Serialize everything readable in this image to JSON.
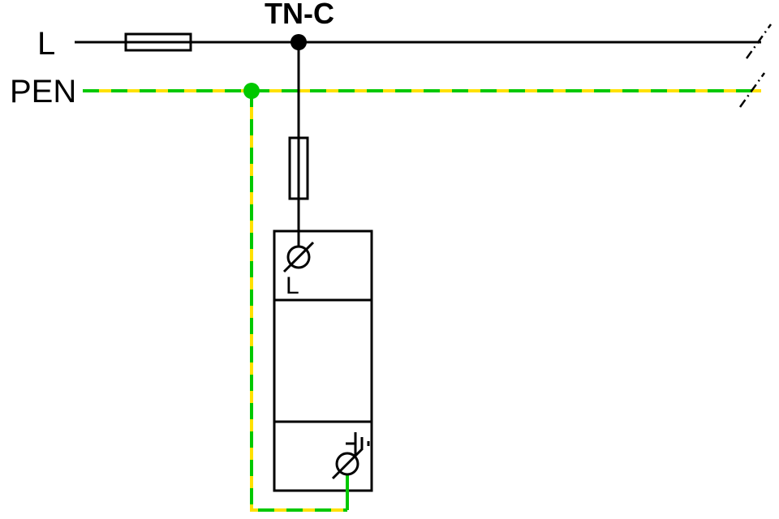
{
  "title": "TN-C",
  "labels": {
    "l_conductor": "L",
    "pen_conductor": "PEN",
    "spd_input_terminal": "L"
  },
  "colors": {
    "conductor": "#000000",
    "pen_green": "#00c800",
    "pen_yellow": "#ffe100",
    "background": "#ffffff"
  }
}
